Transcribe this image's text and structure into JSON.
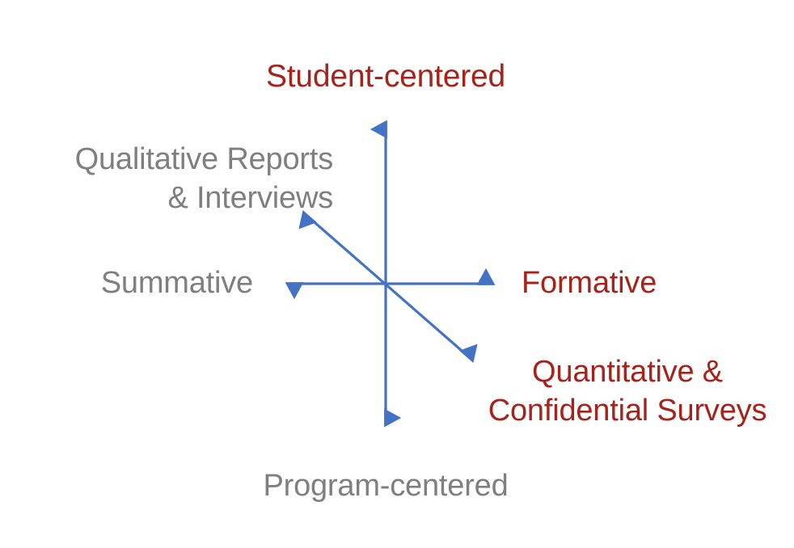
{
  "diagram": {
    "title_hidden": "Assessment orientation axes",
    "background_color": "#FFFFFF",
    "colors": {
      "arrow_blue": "#4472C4",
      "accent_red": "#A5231B",
      "neutral_gray": "#7F7F7F"
    },
    "axes": [
      {
        "name": "vertical-axis",
        "orientation": "vertical",
        "double_headed": true,
        "positive_label": "Student-centered",
        "negative_label": "Program-centered",
        "color": "#4472C4"
      },
      {
        "name": "horizontal-axis",
        "orientation": "horizontal",
        "double_headed": true,
        "positive_label": "Formative",
        "negative_label": "Summative",
        "color": "#4472C4"
      },
      {
        "name": "diagonal-axis",
        "orientation": "diagonal",
        "double_headed": true,
        "positive_label": "Qualitative Reports & Interviews",
        "negative_label": "Quantitative & Confidential Surveys",
        "color": "#4472C4"
      }
    ],
    "labels": {
      "top": "Student-centered",
      "bottom": "Program-centered",
      "left": "Summative",
      "right": "Formative",
      "upper_left_line1": "Qualitative Reports",
      "upper_left_line2": "& Interviews",
      "lower_right_line1": "Quantitative &",
      "lower_right_line2": "Confidential Surveys"
    }
  }
}
